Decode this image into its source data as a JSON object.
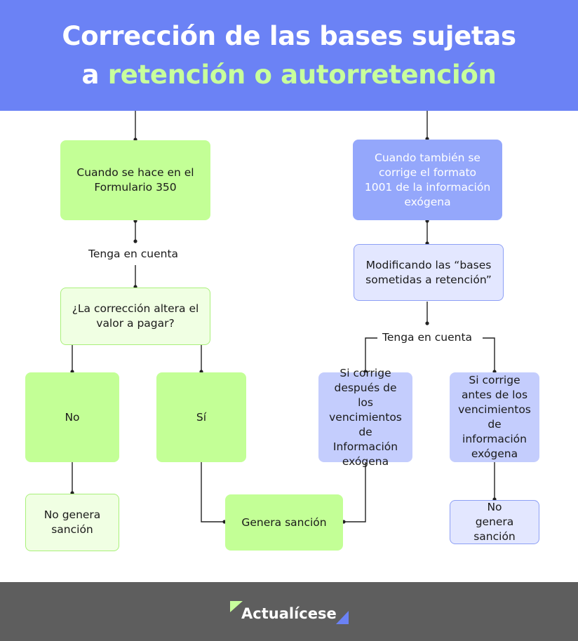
{
  "header": {
    "title_line1": "Corrección de las bases sujetas",
    "title_line2_prefix": "a",
    "title_line2_accent": "retención o autorretención"
  },
  "left": {
    "form350": "Cuando se hace en el Formulario 350",
    "note": "Tenga en cuenta",
    "question": "¿La corrección altera el valor a pagar?",
    "no": "No",
    "yes": "Sí",
    "no_penalty": "No genera sanción"
  },
  "center": {
    "penalty": "Genera sanción"
  },
  "right": {
    "form1001": "Cuando también se corrige el formato 1001 de la información exógena",
    "modifying": "Modificando las “bases sometidas  a retención”",
    "note": "Tenga en cuenta",
    "after": "Si corrige después de los vencimientos de Información exógena",
    "before": "Si corrige antes de los vencimientos de información exógena",
    "no_penalty": "No genera sanción"
  },
  "footer": {
    "brand": "Actualícese"
  },
  "colors": {
    "header_bg": "#6b82f5",
    "accent_green": "#c8ff9c",
    "footer_bg": "#5e5e5e"
  }
}
